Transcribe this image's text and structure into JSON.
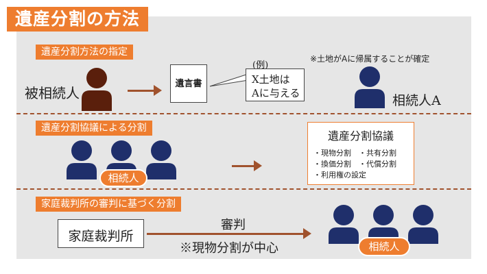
{
  "title": "遺産分割の方法",
  "section1": {
    "label": "遺産分割方法の指定",
    "decedent_label": "被相続人",
    "will_label": "遺言書",
    "example_prefix": "(例)",
    "bubble_line1": "X土地は",
    "bubble_line2": "Aに与える",
    "note": "※土地がAに帰属することが確定",
    "heir_label": "相続人A"
  },
  "section2": {
    "label": "遺産分割協議による分割",
    "heirs_badge": "相続人",
    "box_title": "遺産分割協議",
    "methods": [
      "・現物分割　・共有分割",
      "・換価分割　・代償分割",
      "・利用権の設定"
    ]
  },
  "section3": {
    "label": "家庭裁判所の審判に基づく分割",
    "court_label": "家庭裁判所",
    "judgment_label": "審判",
    "note": "※現物分割が中心",
    "heirs_badge": "相続人"
  },
  "colors": {
    "accent": "#ee7d2f",
    "person_dark": "#5a1f0c",
    "person_navy": "#1f2f6b",
    "arrow": "#a0522d"
  }
}
